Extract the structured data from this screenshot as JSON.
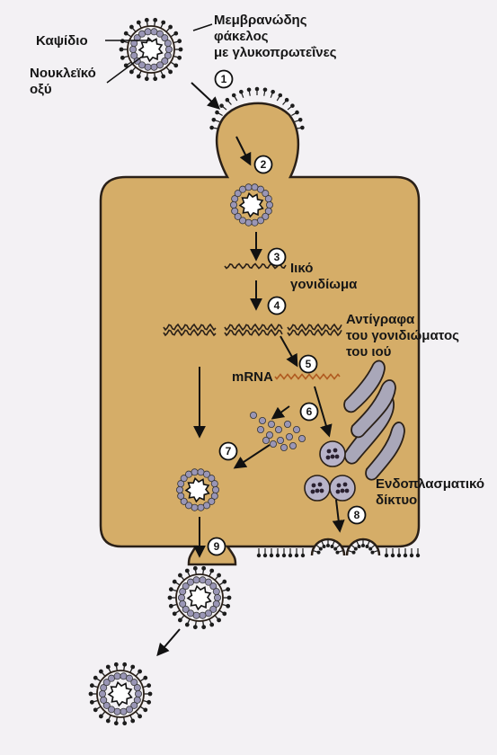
{
  "labels": {
    "capsid": "Καψίδιο",
    "envelope_line1": "Μεμβρανώδης",
    "envelope_line2": "φάκελος",
    "envelope_line3": "με γλυκοπρωτεΐνες",
    "nucleic_line1": "Νουκλεϊκό",
    "nucleic_line2": "οξύ",
    "genome_line1": "Ιικό",
    "genome_line2": "γονιδίωμα",
    "copies_line1": "Αντίγραφα",
    "copies_line2": "του γονιδιώματος",
    "copies_line3": "του ιού",
    "mrna": "mRNA",
    "er_line1": "Ενδοπλασματικό",
    "er_line2": "δίκτυο"
  },
  "steps": [
    "1",
    "2",
    "3",
    "4",
    "5",
    "6",
    "7",
    "8",
    "9"
  ],
  "colors": {
    "background": "#f3f1f4",
    "cytoplasm": "#d5ad68",
    "membrane": "#2a2018",
    "particle": "#9a96b6",
    "spike": "#1d1d1d"
  }
}
